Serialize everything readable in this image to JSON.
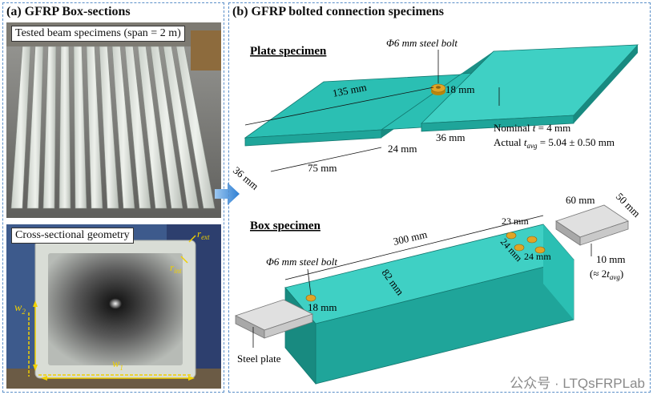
{
  "panel_a": {
    "title": "(a) GFRP Box-sections",
    "top_photo_caption": "Tested beam specimens (span = 2 m)",
    "bottom_photo_caption": "Cross-sectional geometry",
    "labels": {
      "r_ext": "r",
      "r_ext_sub": "ext",
      "r_int": "r",
      "r_int_sub": "int",
      "w2": "w",
      "w2_sub": "2",
      "w1": "w",
      "w1_sub": "1"
    }
  },
  "panel_b": {
    "title": "(b) GFRP bolted connection specimens",
    "plate": {
      "heading": "Plate specimen",
      "bolt_label": "Φ6 mm steel bolt",
      "dims": {
        "length": "135 mm",
        "bolt_edge": "18 mm",
        "width": "36 mm",
        "left": "75 mm",
        "gap": "24 mm",
        "right": "36 mm"
      },
      "thickness_nominal_pre": "Nominal ",
      "thickness_nominal_var": "t",
      "thickness_nominal_post": " = 4 mm",
      "thickness_actual_pre": "Actual ",
      "thickness_actual_var": "t",
      "thickness_actual_sub": "avg",
      "thickness_actual_post": " = 5.04 ± 0.50 mm"
    },
    "box": {
      "heading": "Box specimen",
      "bolt_label": "Φ6 mm steel bolt",
      "dims": {
        "length": "300 mm",
        "width": "82 mm",
        "bolt_edge": "18 mm",
        "bolt_spacing_top": "23 mm",
        "bolt_spacing_a": "24 mm",
        "bolt_spacing_b": "24 mm",
        "plate_len": "60 mm",
        "plate_w": "50 mm",
        "plate_t": "10 mm"
      },
      "plate_t_approx_pre": "(≈ 2",
      "plate_t_approx_var": "t",
      "plate_t_approx_sub": "avg",
      "plate_t_approx_post": ")",
      "steel_plate_label": "Steel plate"
    }
  },
  "watermark": "公众号 · LTQsFRPLab",
  "colors": {
    "gfrp": "#2bbfb3",
    "gfrp_dark": "#1c8f86",
    "gfrp_top": "#3fd0c4",
    "steel": "#c9c9c9",
    "bolt": "#e0a526",
    "frame": "#5a8fc9"
  }
}
